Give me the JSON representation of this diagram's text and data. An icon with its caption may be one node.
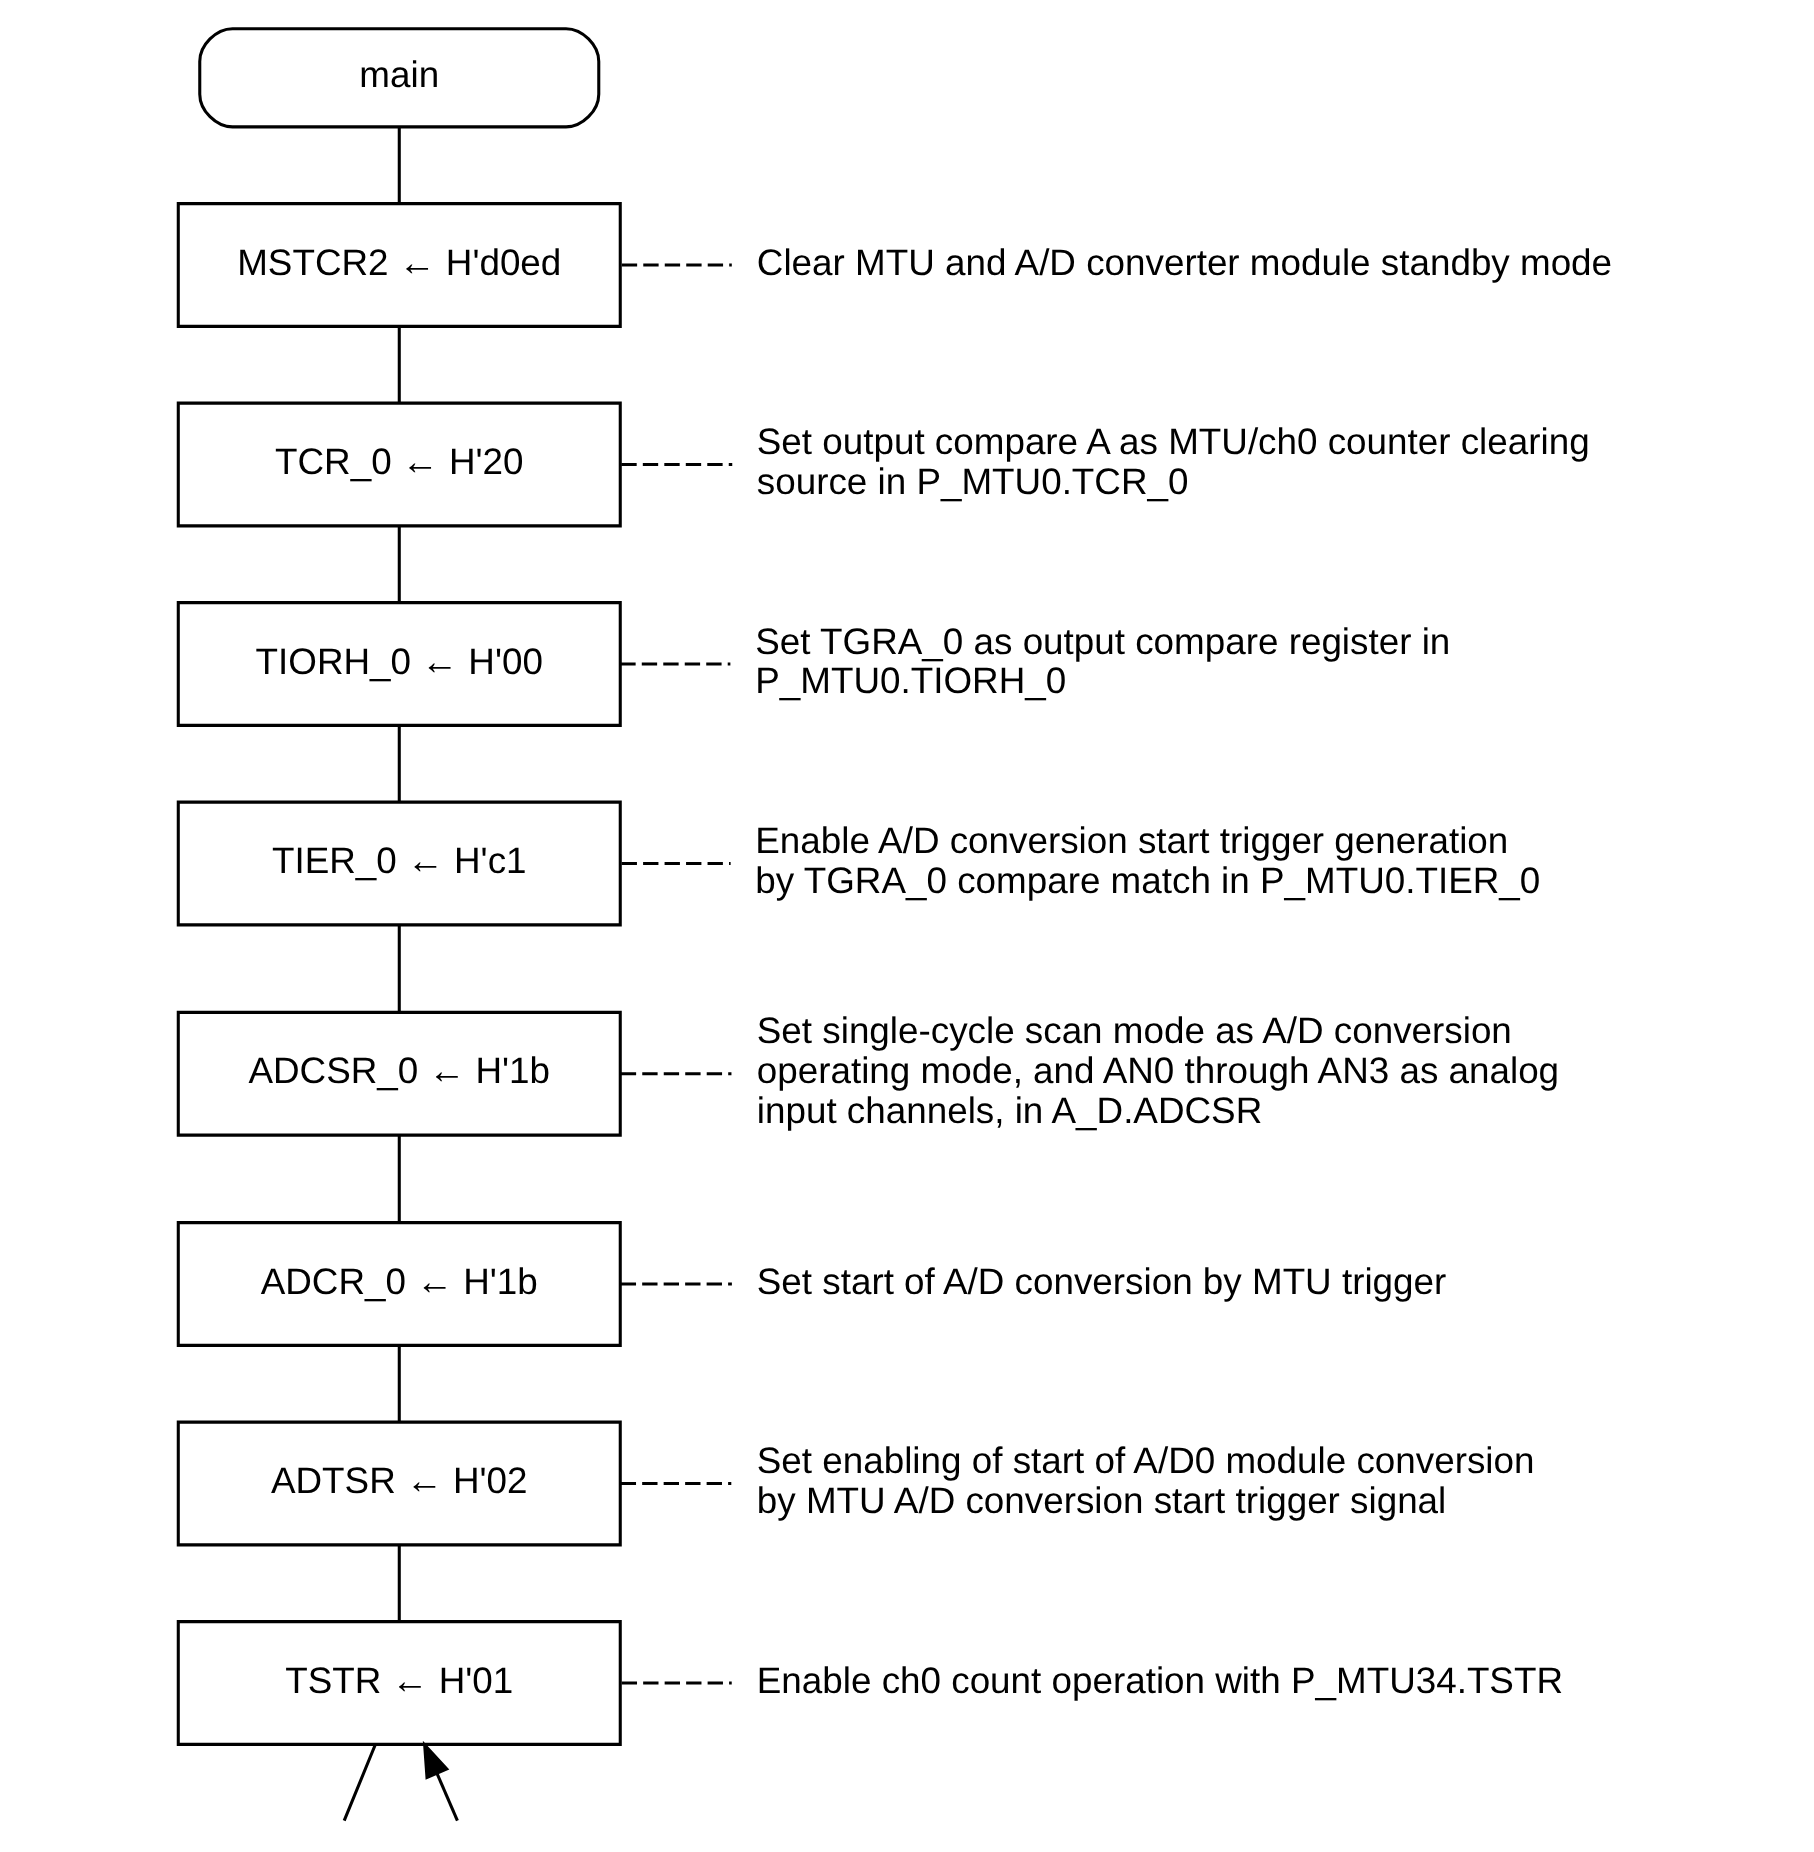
{
  "diagram": {
    "nodes": [
      {
        "text": [
          "main"
        ]
      },
      {
        "text": [
          "MSTCR2 ← H'd0ed"
        ]
      },
      {
        "text": [
          "TCR_0 ← H'20"
        ]
      },
      {
        "text": [
          "TIORH_0 ← H'00"
        ]
      },
      {
        "text": [
          "TIER_0 ← H'c1"
        ]
      },
      {
        "text": [
          "ADCSR_0 ← H'1b"
        ]
      },
      {
        "text": [
          "ADCR_0 ← H'1b"
        ]
      },
      {
        "text": [
          "ADTSR ← H'02"
        ]
      },
      {
        "text": [
          "TSTR ← H'01"
        ]
      },
      {
        "text": [
          "Clear MTU and A/D converter module standby mode"
        ]
      },
      {
        "text": [
          "Set output compare A as MTU/ch0 counter clearing source in P_MTU0.TCR_0"
        ]
      },
      {
        "text": [
          "Set TGRA_0 as output compare register in P_MTU0.TIORH_0"
        ]
      },
      {
        "text": [
          "Enable A/D conversion start trigger generation by TGRA_0 compare match in P_MTU0.TIER_0"
        ]
      },
      {
        "text": [
          "Set single-cycle scan mode as A/D conversion operating mode, and AN0 through AN3 as analog input channels, in A_D.ADCSR"
        ]
      },
      {
        "text": [
          "Set start of A/D conversion by MTU trigger"
        ]
      },
      {
        "text": [
          "Set enabling of start of A/D0 module conversion by MTU A/D conversion start trigger signal"
        ]
      },
      {
        "text": [
          "Enable ch0 count operation with P_MTU34.TSTR"
        ]
      }
    ],
    "edges": [
      {
        "from": 0,
        "to": 1,
        "arrow": "none"
      },
      {
        "from": 1,
        "to": 2,
        "arrow": "none"
      },
      {
        "from": 2,
        "to": 3,
        "arrow": "none"
      },
      {
        "from": 3,
        "to": 4,
        "arrow": "none"
      },
      {
        "from": 4,
        "to": 5,
        "arrow": "none"
      },
      {
        "from": 5,
        "to": 6,
        "arrow": "none"
      },
      {
        "from": 6,
        "to": 7,
        "arrow": "none"
      },
      {
        "from": 7,
        "to": 8,
        "arrow": "none"
      },
      {
        "from": 9,
        "to": 1,
        "arrow": "none",
        "style": "dashed"
      },
      {
        "from": 10,
        "to": 2,
        "arrow": "none",
        "style": "dashed"
      },
      {
        "from": 11,
        "to": 3,
        "arrow": "none",
        "style": "dashed"
      },
      {
        "from": 12,
        "to": 4,
        "arrow": "none",
        "style": "dashed"
      },
      {
        "from": 13,
        "to": 5,
        "arrow": "none",
        "style": "dashed"
      },
      {
        "from": 14,
        "to": 6,
        "arrow": "none",
        "style": "dashed"
      },
      {
        "from": 15,
        "to": 7,
        "arrow": "none",
        "style": "dashed"
      },
      {
        "from": 16,
        "to": 8,
        "arrow": "none",
        "style": "dashed"
      },
      {
        "from": 8,
        "to": null,
        "arrow": "none"
      },
      {
        "from": null,
        "to": 8,
        "arrow": "to"
      }
    ]
  }
}
